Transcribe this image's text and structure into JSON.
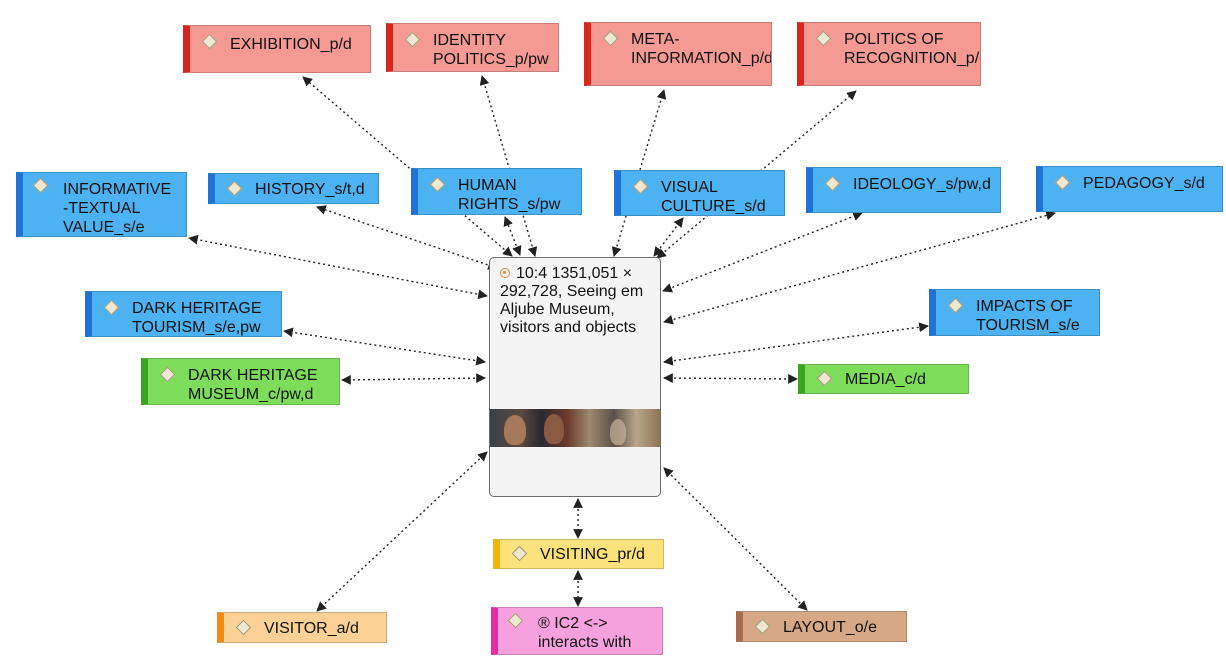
{
  "quote": {
    "text": "10:4  1351,051 × 292,728, Seeing em Aljube Museum, visitors and objects"
  },
  "nodes": {
    "exhibition": "EXHIBITION_p/d",
    "identity_politics": "IDENTITY POLITICS_p/pw",
    "meta_information": "META-INFORMATION_p/d",
    "politics_of_recognition": "POLITICS OF RECOGNITION_p/d",
    "informative_textual_value": "INFORMATIVE -TEXTUAL VALUE_s/e",
    "history": "HISTORY_s/t,d",
    "human_rights": "HUMAN RIGHTS_s/pw",
    "visual_culture": "VISUAL CULTURE_s/d",
    "ideology": "IDEOLOGY_s/pw,d",
    "pedagogy": "PEDAGOGY_s/d",
    "dark_heritage_tourism": "DARK HERITAGE TOURISM_s/e,pw",
    "impacts_of_tourism": "IMPACTS OF TOURISM_s/e",
    "dark_heritage_museum": "DARK HERITAGE MUSEUM_c/pw,d",
    "media": "MEDIA_c/d",
    "visiting": "VISITING_pr/d",
    "visitor": "VISITOR_a/d",
    "ic2_interacts_with": "® IC2 <-> interacts with",
    "layout": "LAYOUT_o/e"
  },
  "colors": {
    "red": "#f49a93",
    "blue": "#4db2f2",
    "green": "#7ddd5b",
    "yellow": "#fbe27c",
    "orange": "#fbd196",
    "pink": "#f6a0dd",
    "brown": "#d7a886"
  }
}
